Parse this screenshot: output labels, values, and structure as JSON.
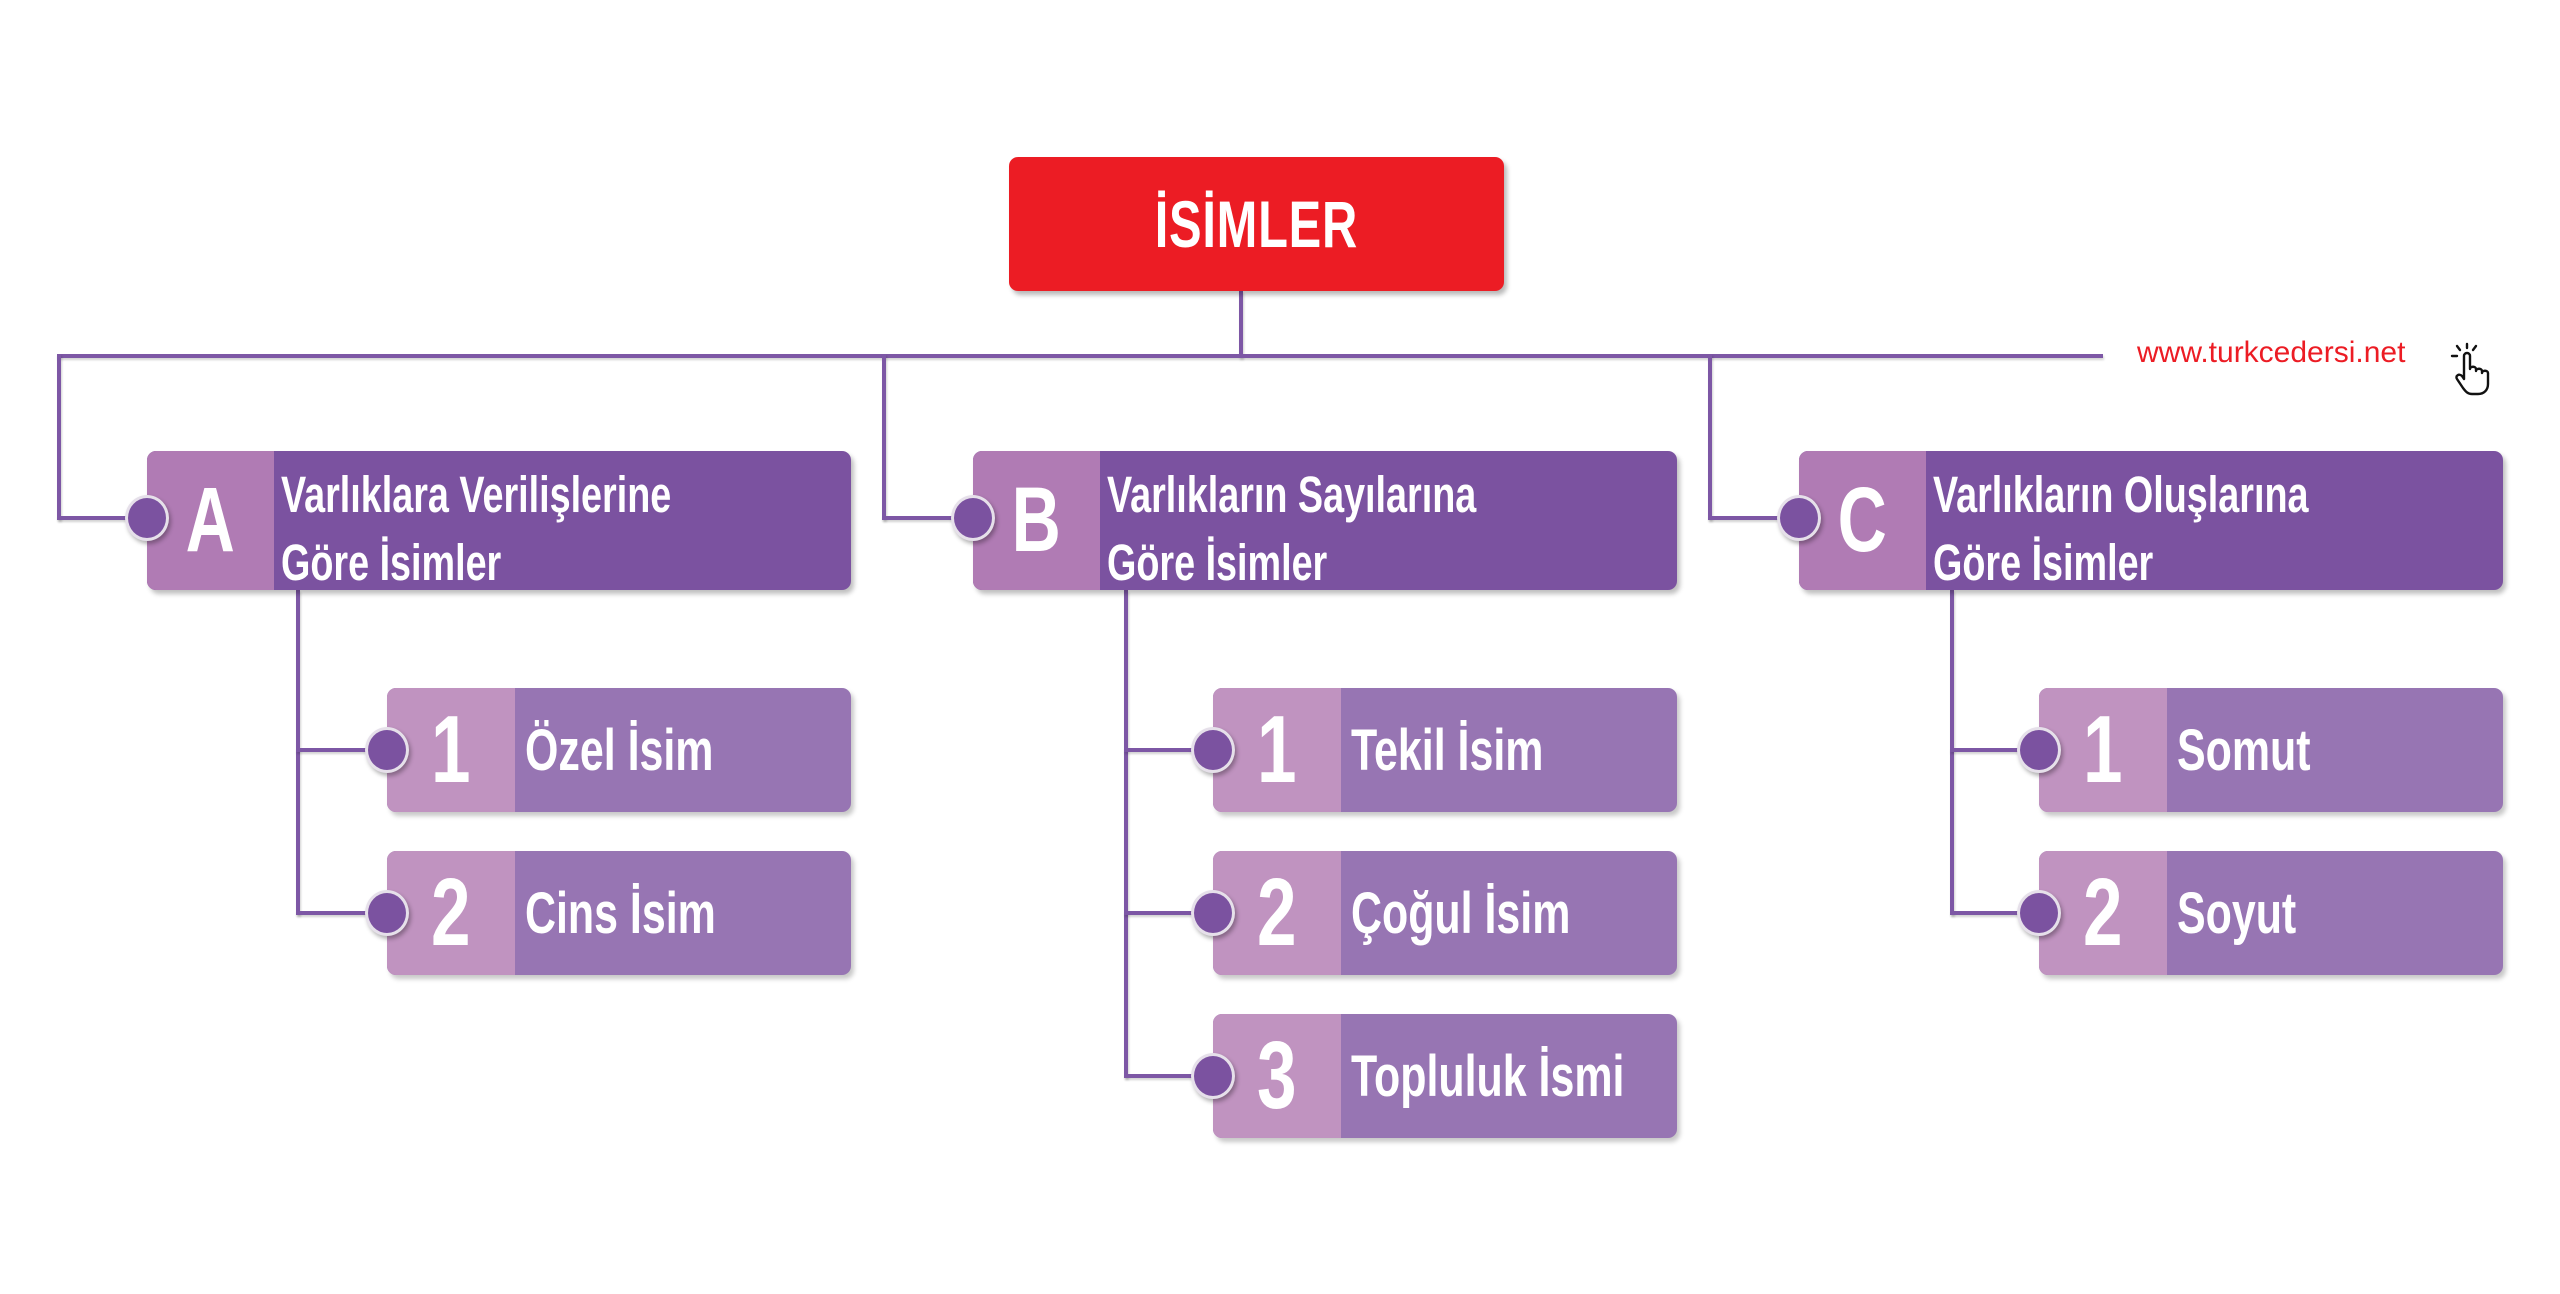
{
  "title": "İSİMLER",
  "website": "www.turkcedersi.net",
  "icons": {
    "cursor": "hand-pointer-icon"
  },
  "colors": {
    "title_bg": "#ec1c24",
    "connector": "#7d57a5",
    "card_body": "#7b52a0",
    "card_tab": "#b07bb4",
    "sub_body": "#9775b3",
    "sub_tab": "#c093c0",
    "website_text": "#ec1c24"
  },
  "categories": [
    {
      "letter": "A",
      "label_line1": "Varlıklara Verilişlerine",
      "label_line2": "Göre İsimler",
      "items": [
        {
          "number": "1",
          "label": "Özel İsim"
        },
        {
          "number": "2",
          "label": "Cins İsim"
        }
      ]
    },
    {
      "letter": "B",
      "label_line1": "Varlıkların Sayılarına",
      "label_line2": "Göre İsimler",
      "items": [
        {
          "number": "1",
          "label": "Tekil İsim"
        },
        {
          "number": "2",
          "label": "Çoğul İsim"
        },
        {
          "number": "3",
          "label": "Topluluk İsmi"
        }
      ]
    },
    {
      "letter": "C",
      "label_line1": "Varlıkların Oluşlarına",
      "label_line2": "Göre İsimler",
      "items": [
        {
          "number": "1",
          "label": "Somut"
        },
        {
          "number": "2",
          "label": "Soyut"
        }
      ]
    }
  ]
}
